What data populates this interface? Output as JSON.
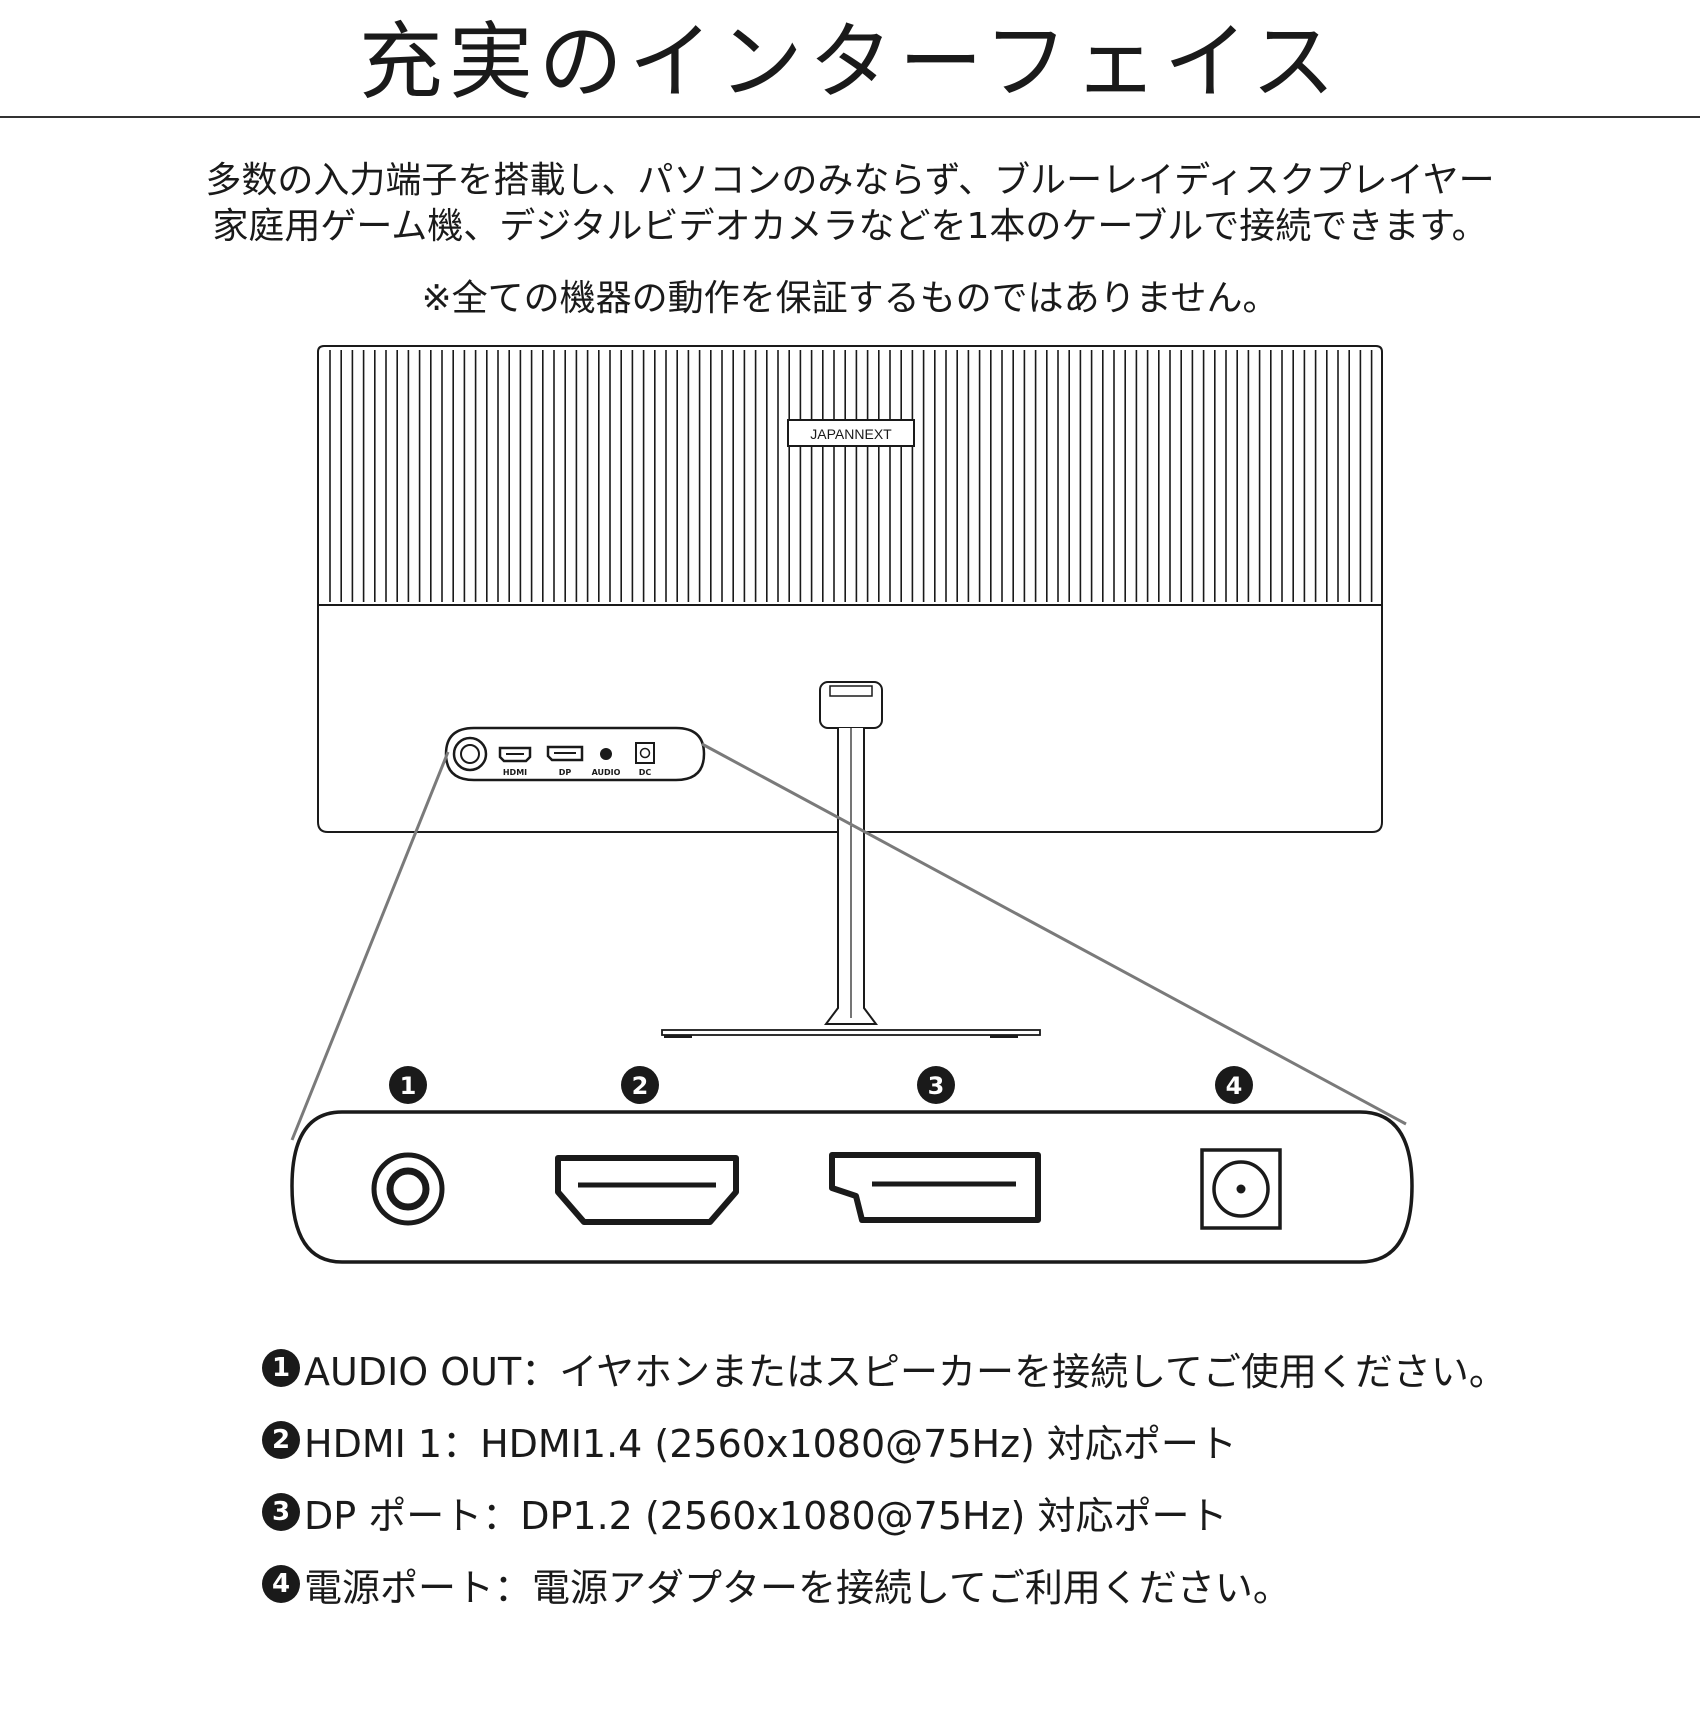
{
  "page": {
    "title": "充実のインターフェイス",
    "intro_line1": "多数の入力端子を搭載し、パソコンのみならず、ブルーレイディスクプレイヤー",
    "intro_line2": "家庭用ゲーム機、デジタルビデオカメラなどを1本のケーブルで接続できます。",
    "note": "※全ての機器の動作を保証するものではありません。"
  },
  "monitor": {
    "brand": "JAPANNEXT",
    "port_labels": [
      "HDMI",
      "DP",
      "AUDIO",
      "DC"
    ]
  },
  "callouts": [
    "1",
    "2",
    "3",
    "4"
  ],
  "legend": [
    {
      "num": "1",
      "text": "AUDIO OUT：イヤホンまたはスピーカーを接続してご使用ください。"
    },
    {
      "num": "2",
      "text": "HDMI 1：HDMI1.4 (2560x1080@75Hz) 対応ポート"
    },
    {
      "num": "3",
      "text": "DP ポート：DP1.2 (2560x1080@75Hz) 対応ポート"
    },
    {
      "num": "4",
      "text": "電源ポート：電源アダプターを接続してご利用ください。"
    }
  ]
}
